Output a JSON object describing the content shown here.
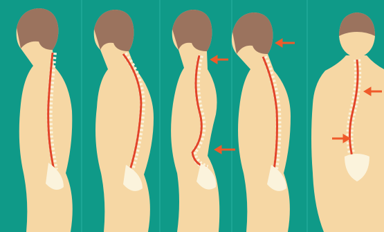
{
  "scene": {
    "background_color": "#0f9a88",
    "divider_color": "#2ab3a2",
    "skin_color": "#f6d7a4",
    "skin_shadow_color": "#e8be8a",
    "hair_color": "#9b735e",
    "spine_bone_color": "#fbf3dc",
    "spine_line_color": "#e2442a",
    "arrow_color": "#ef5a2a"
  },
  "panels": [
    {
      "name": "normal-spine-side-view",
      "arrows": 0
    },
    {
      "name": "kyphosis-side-view",
      "arrows": 0
    },
    {
      "name": "lordosis-side-view",
      "arrows": 2
    },
    {
      "name": "forward-head-side-view",
      "arrows": 1
    },
    {
      "name": "scoliosis-back-view",
      "arrows": 2
    }
  ]
}
